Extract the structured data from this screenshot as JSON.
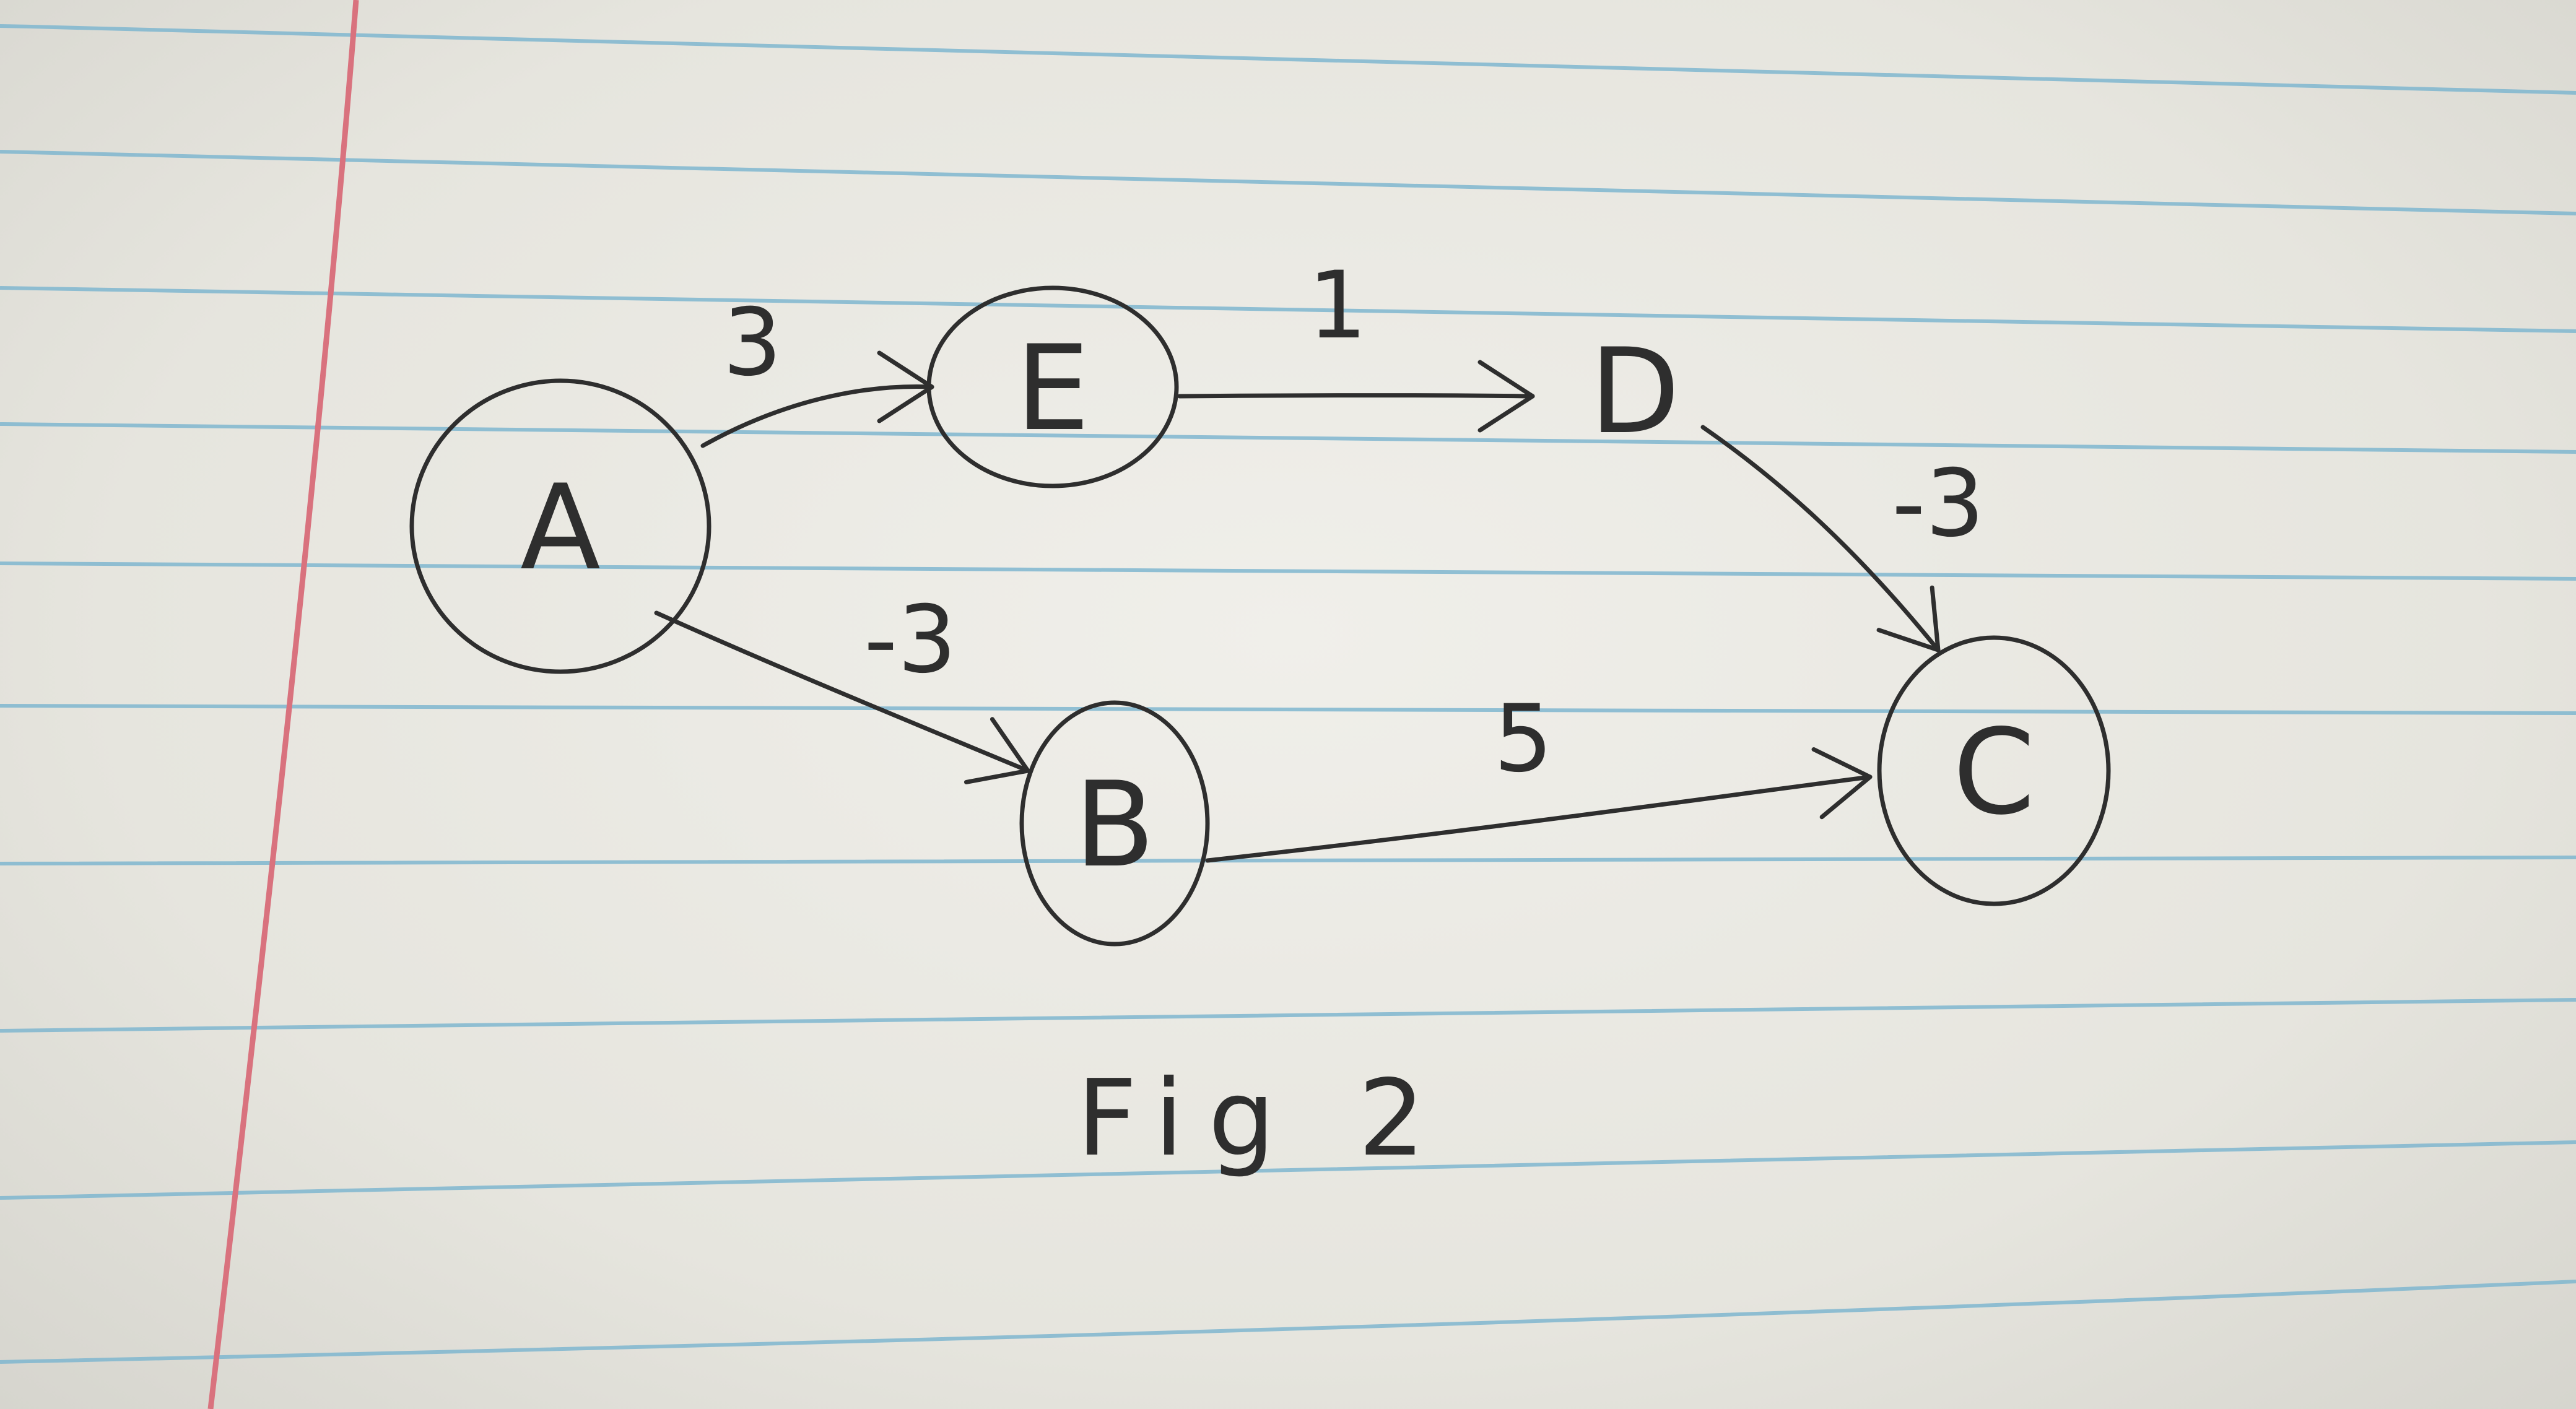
{
  "diagram": {
    "nodes": [
      {
        "id": "A",
        "label": "A",
        "circled": true
      },
      {
        "id": "E",
        "label": "E",
        "circled": true
      },
      {
        "id": "D",
        "label": "D",
        "circled": false
      },
      {
        "id": "B",
        "label": "B",
        "circled": true
      },
      {
        "id": "C",
        "label": "C",
        "circled": true
      }
    ],
    "edges": [
      {
        "from": "A",
        "to": "E",
        "weight": "3"
      },
      {
        "from": "E",
        "to": "D",
        "weight": "1"
      },
      {
        "from": "D",
        "to": "C",
        "weight": "-3"
      },
      {
        "from": "A",
        "to": "B",
        "weight": "-3"
      },
      {
        "from": "B",
        "to": "C",
        "weight": "5"
      }
    ]
  },
  "caption": "Fig 2",
  "colors": {
    "ink": "#2e2e2e",
    "rule_lines": "#7fb6cf",
    "margin_line": "#d9727e",
    "paper": "#e6e5de"
  }
}
